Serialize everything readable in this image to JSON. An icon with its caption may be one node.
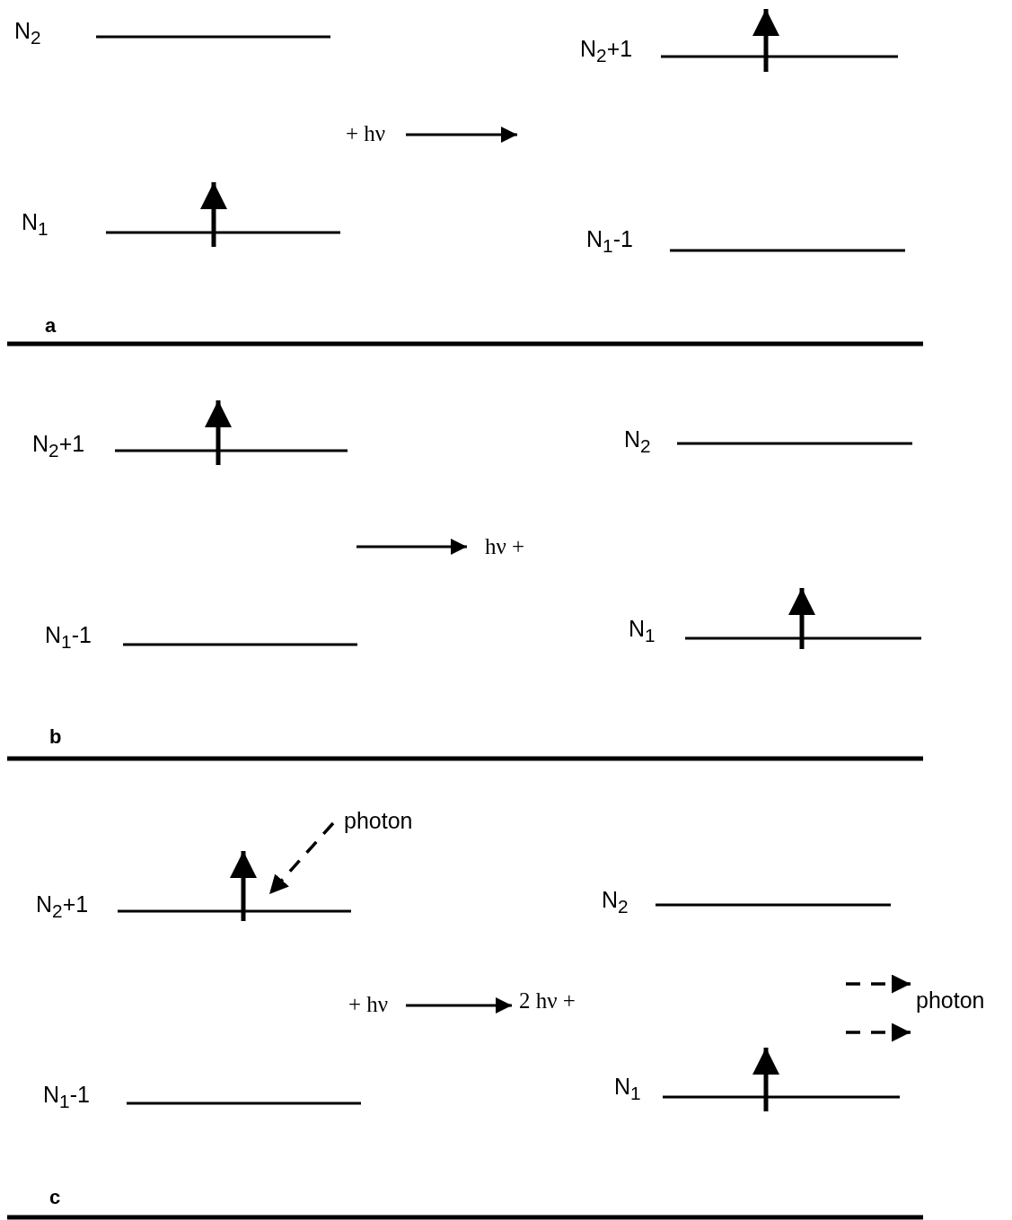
{
  "diagram": {
    "nodes": [
      {
        "text": [
          "photon"
        ]
      },
      {
        "text": [
          "photon"
        ]
      }
    ],
    "edges": [
      {
        "from": 0,
        "to": null,
        "arrow": "to",
        "style": "dashed"
      },
      {
        "from": null,
        "to": 1,
        "arrow": "to",
        "style": "dashed"
      },
      {
        "from": null,
        "to": 1,
        "arrow": "to",
        "style": "dashed"
      }
    ],
    "labels": [
      "N$_{2}$",
      "N$_{2}$+1",
      "+ hν",
      "N$_{1}$",
      "N$_{1}$-1",
      "a",
      "N$_{2}$+1",
      "N$_{2}$",
      "hν +",
      "N$_{1}$-1",
      "N$_{1}$",
      "b",
      "N$_{2}$+1",
      "N$_{2}$",
      "+ hν",
      "2 hν +",
      "N$_{1}$-1",
      "N$_{1}$",
      "c"
    ]
  }
}
